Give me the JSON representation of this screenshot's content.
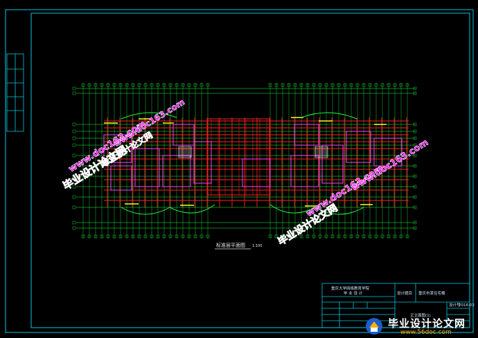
{
  "drawing": {
    "plan_title": "标准层平面图",
    "plan_scale": "1:100",
    "background": "#000000",
    "frame_color": "#00c8e0",
    "wall_color": "#ff2020",
    "grid_color": "#20ff40",
    "room_color": "#ff40ff",
    "window_color": "#ffff20"
  },
  "title_block": {
    "school": "重庆大学网络教育学院",
    "thesis": "毕 业 设 计",
    "project_label": "设计题目",
    "project": "重庆市某住宅楼",
    "sheet_name": "正立面图(1)",
    "sheet_no_label": "设计号",
    "sheet_no": "2016-02"
  },
  "watermarks": {
    "cn": "毕业设计论文网",
    "url": "www.doc163.com"
  },
  "logo": {
    "name": "毕业设计论文网",
    "url": "www.56doc.com"
  }
}
